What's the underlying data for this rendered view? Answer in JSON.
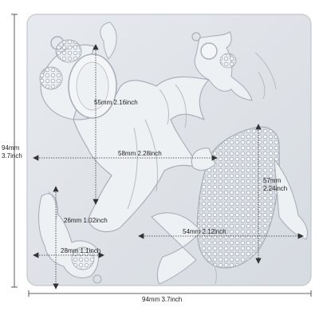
{
  "image": {
    "subject": "clear silicone goldfish and koi resin mold with dimension annotations",
    "colors": {
      "background": "#ffffff",
      "mold_fill": "#dfe3e8",
      "mold_edge": "#c3c8cf",
      "cavity": "#eef1f4",
      "cavity_edge": "#a9b0b9",
      "dimension_line": "#333333"
    }
  },
  "dimensions": {
    "overall_width": "94mm 3.7inch",
    "overall_height_mm": "94mm",
    "overall_height_in": "3.7inch",
    "goldfish_large_height": "55mm 2.16inch",
    "goldfish_large_width": "58mm 2.28inch",
    "koi_height_mm": "57mm",
    "koi_height_in": "2.24inch",
    "koi_width": "54mm 2.12inch",
    "small_fish_height": "26mm 1.02inch",
    "small_fish_width": "28mm 1.1inch"
  }
}
